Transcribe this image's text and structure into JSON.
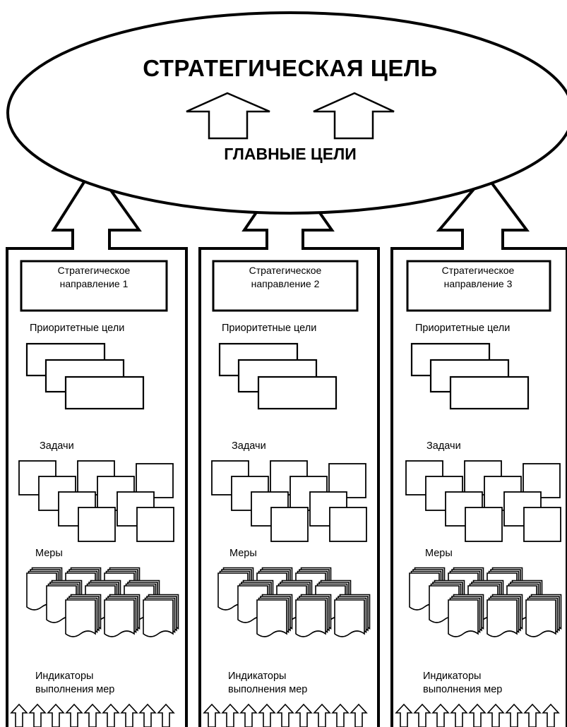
{
  "diagram": {
    "strategic_goal": "СТРАТЕГИЧЕСКАЯ ЦЕЛЬ",
    "main_goals": "ГЛАВНЫЕ ЦЕЛИ",
    "columns": [
      {
        "direction_line1": "Стратегическое",
        "direction_line2": "направление 1",
        "priority_goals": "Приоритетные цели",
        "tasks": "Задачи",
        "measures": "Меры",
        "indicators_line1": "Индикаторы",
        "indicators_line2": "выполнения мер"
      },
      {
        "direction_line1": "Стратегическое",
        "direction_line2": "направление 2",
        "priority_goals": "Приоритетные цели",
        "tasks": "Задачи",
        "measures": "Меры",
        "indicators_line1": "Индикаторы",
        "indicators_line2": "выполнения мер"
      },
      {
        "direction_line1": "Стратегическое",
        "direction_line2": "направление 3",
        "priority_goals": "Приоритетные цели",
        "tasks": "Задачи",
        "measures": "Меры",
        "indicators_line1": "Индикаторы",
        "indicators_line2": "выполнения мер"
      }
    ]
  }
}
